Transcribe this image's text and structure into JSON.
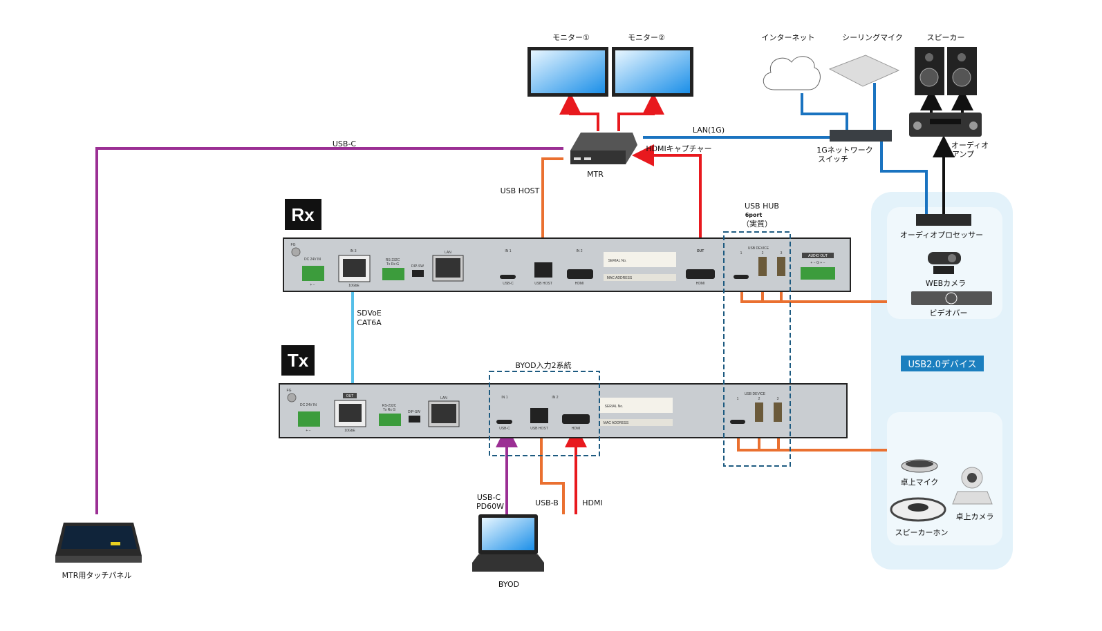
{
  "colors": {
    "usb_c": "#9b2f94",
    "lan": "#1a73c0",
    "hdmi": "#e8191e",
    "usb": "#ea7030",
    "sdvoe": "#55bfe8",
    "audio": "#111111",
    "panel": "#c9cdd1",
    "usb_devices_bg": "#e3f2fa",
    "badge": "#1b7fbf"
  },
  "devices": {
    "monitor1": "モニター①",
    "monitor2": "モニター②",
    "mtr": "MTR",
    "internet": "インターネット",
    "ceiling_mic": "シーリングマイク",
    "speaker": "スピーカー",
    "switch_l1": "1Gネットワーク",
    "switch_l2": "スイッチ",
    "amp_l1": "オーディオ",
    "amp_l2": "アンプ",
    "audio_processor": "オーディオプロセッサー",
    "web_camera": "WEBカメラ",
    "video_bar": "ビデオバー",
    "usb_devices_badge": "USB2.0デバイス",
    "desk_mic": "卓上マイク",
    "desk_camera": "卓上カメラ",
    "speakerphone": "スピーカーホン",
    "touch_panel": "MTR用タッチパネル",
    "byod": "BYOD"
  },
  "connections": {
    "usb_c": "USB-C",
    "lan": "LAN(1G)",
    "hdmi_capture": "HDMIキャプチャー",
    "usb_host": "USB HOST",
    "sdvoe_l1": "SDVoE",
    "sdvoe_l2": "CAT6A",
    "usb_hub_l1": "USB HUB",
    "usb_hub_l2": "6port",
    "usb_hub_l3": "（実質）",
    "byod_inputs": "BYOD入力2系統",
    "byod_usbc_l1": "USB-C",
    "byod_usbc_l2": "PD60W",
    "usb_b": "USB-B",
    "hdmi": "HDMI"
  },
  "rx": {
    "tag": "Rx",
    "fg": "FG",
    "dc": "DC 24V IN",
    "pm": "+  −",
    "in3": "IN 3",
    "gbe": "10GbE",
    "rs": "RS-232C",
    "txrxg": "Tx Rx G",
    "dip": "DIP-SW",
    "lan": "LAN",
    "in1": "IN 1",
    "usbc": "USB-C",
    "usbhost": "USB HOST",
    "in2": "IN 2",
    "hdmi": "HDMI",
    "serial": "SERIAL No.",
    "mac": "MAC ADDRESS",
    "out": "OUT",
    "hdmi_out": "HDMI",
    "usbdev": "USB DEVICE",
    "p1": "1",
    "p2": "2",
    "p3": "3",
    "audio_out": "AUDIO OUT",
    "audio_pins": "+ − G + −"
  },
  "tx": {
    "tag": "Tx",
    "fg": "FG",
    "dc": "DC 24V IN",
    "pm": "+  −",
    "out": "OUT",
    "gbe": "10GbE",
    "rs": "RS-232C",
    "txrxg": "Tx Rx G",
    "dip": "DIP-SW",
    "lan": "LAN",
    "in1": "IN 1",
    "usbc": "USB-C",
    "usbhost": "USB HOST",
    "in2": "IN 2",
    "hdmi": "HDMI",
    "serial": "SERIAL No.",
    "mac": "MAC ADDRESS",
    "usbdev": "USB DEVICE",
    "p1": "1",
    "p2": "2",
    "p3": "3"
  }
}
